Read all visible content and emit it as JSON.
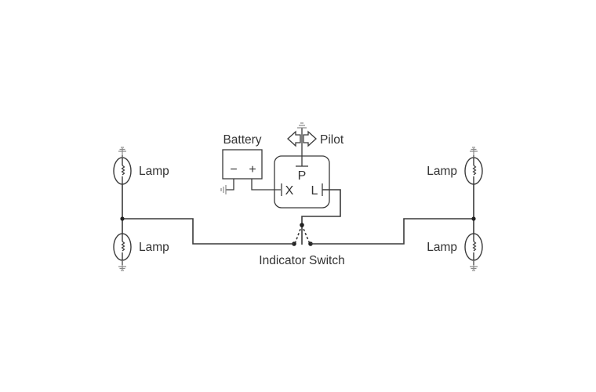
{
  "diagram": {
    "title": "Turn signal indicator circuit",
    "labels": {
      "battery": "Battery",
      "battery_minus": "−",
      "battery_plus": "+",
      "pilot": "Pilot",
      "flasher_pin_p": "P",
      "flasher_pin_x": "X",
      "flasher_pin_l": "L",
      "switch": "Indicator Switch",
      "lamp_left_top": "Lamp",
      "lamp_left_bottom": "Lamp",
      "lamp_right_top": "Lamp",
      "lamp_right_bottom": "Lamp"
    },
    "components": [
      {
        "id": "battery",
        "type": "battery"
      },
      {
        "id": "flasher",
        "type": "flasher-unit",
        "pins": [
          "P",
          "X",
          "L"
        ]
      },
      {
        "id": "pilot",
        "type": "pilot-indicator"
      },
      {
        "id": "indicator-switch",
        "type": "switch",
        "positions": [
          "left",
          "right"
        ]
      },
      {
        "id": "lamp-left-top",
        "type": "lamp"
      },
      {
        "id": "lamp-left-bottom",
        "type": "lamp"
      },
      {
        "id": "lamp-right-top",
        "type": "lamp"
      },
      {
        "id": "lamp-right-bottom",
        "type": "lamp"
      }
    ],
    "connections": [
      [
        "battery:-",
        "ground"
      ],
      [
        "battery:+",
        "flasher:X"
      ],
      [
        "flasher:P",
        "pilot"
      ],
      [
        "flasher:L",
        "indicator-switch:common"
      ],
      [
        "indicator-switch:left",
        "lamp-left-top"
      ],
      [
        "indicator-switch:left",
        "lamp-left-bottom"
      ],
      [
        "indicator-switch:right",
        "lamp-right-top"
      ],
      [
        "indicator-switch:right",
        "lamp-right-bottom"
      ],
      [
        "lamp-left-top",
        "ground"
      ],
      [
        "lamp-left-bottom",
        "ground"
      ],
      [
        "lamp-right-top",
        "ground"
      ],
      [
        "lamp-right-bottom",
        "ground"
      ]
    ]
  }
}
